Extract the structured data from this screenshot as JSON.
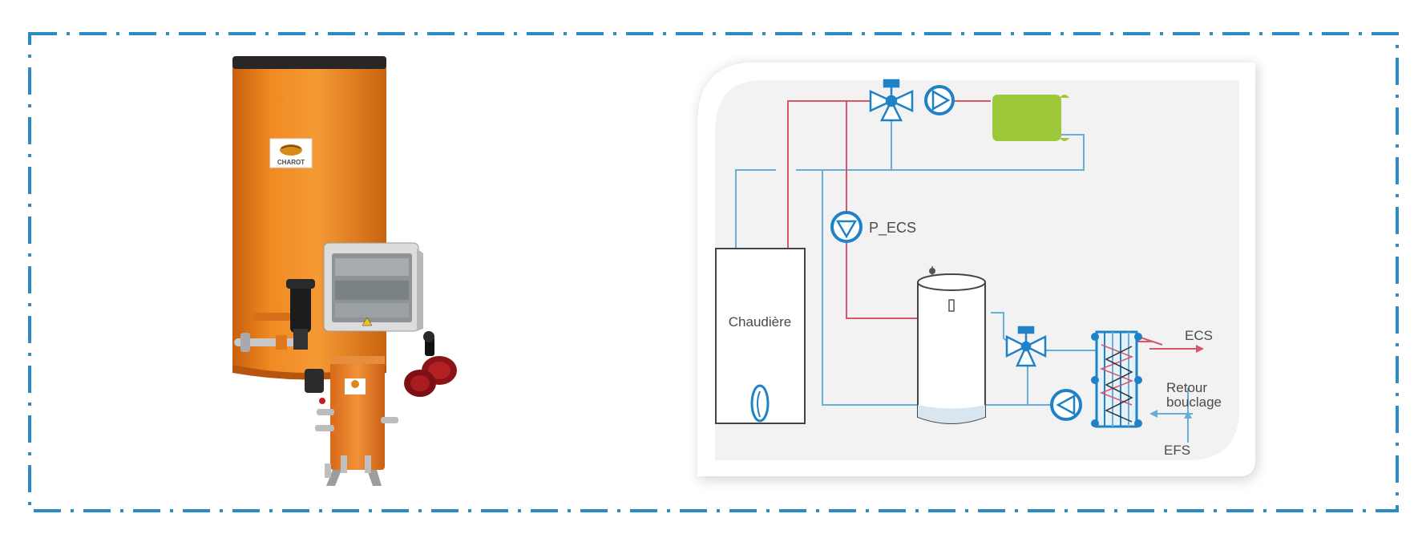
{
  "product": {
    "brand_label": "CHAROT"
  },
  "schematic": {
    "labels": {
      "pump": "P_ECS",
      "boiler": "Chaudière",
      "hot_water_out": "ECS",
      "return_line_1": "Retour",
      "return_line_2": "bouclage",
      "cold_water_in": "EFS"
    },
    "colors": {
      "border_dash": "#2a8bc6",
      "hot_pipe": "#d9556a",
      "cold_pipe": "#6aaed6",
      "component_blue": "#1f82c6",
      "radiator": "#9cc83a",
      "tank_orange": "#e8801c"
    }
  }
}
